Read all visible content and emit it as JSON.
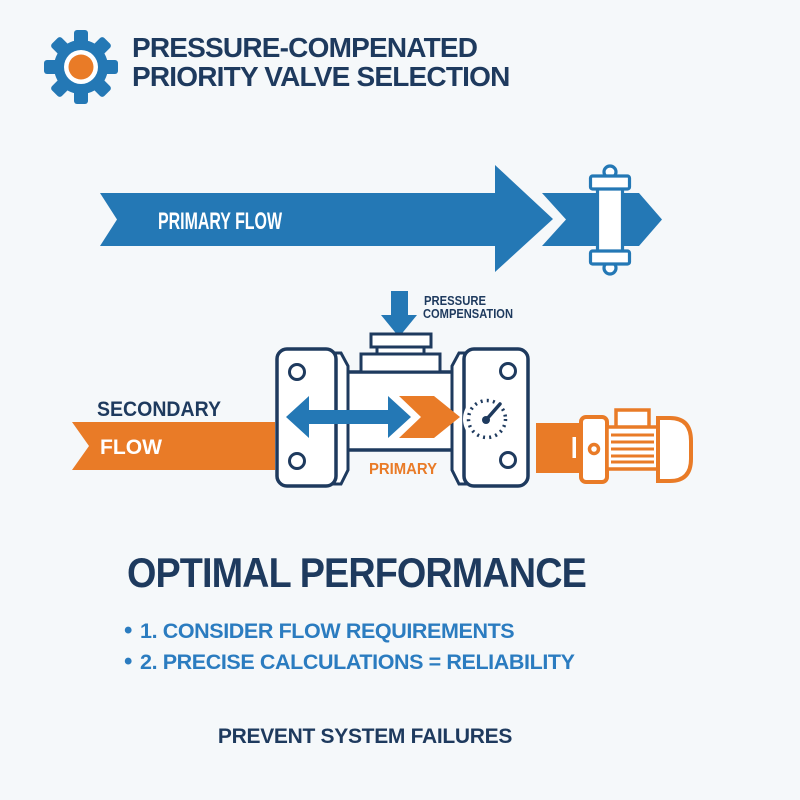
{
  "header": {
    "title_line1": "PRESSURE-COMPENATED",
    "title_line2": "PRIORITY VALVE SELECTION"
  },
  "diagram": {
    "primary_flow_label": "PRIMARY FLOW",
    "pressure_compensation_line1": "PRESSURE",
    "pressure_compensation_line2": "COMPENSATION",
    "secondary_label": "SECONDARY",
    "secondary_flow_label": "FLOW",
    "valve_primary_label": "PRIMARY"
  },
  "performance": {
    "heading": "OPTIMAL PERFORMANCE",
    "bullet_marker": "•",
    "bullets": [
      {
        "text": "1. CONSIDER FLOW REQUIREMENTS"
      },
      {
        "text": "2. PRECISE CALCULATIONS = RELIABILITY"
      }
    ],
    "footer": "PREVENT SYSTEM FAILURES"
  },
  "icons": {
    "gear": "gear-icon",
    "filter": "inline-filter-icon",
    "down_arrow": "pressure-down-arrow-icon",
    "double_arrow": "bidirectional-flow-arrow-icon",
    "chevron_arrow": "primary-direction-arrow-icon",
    "gauge": "pressure-gauge-icon",
    "motor": "pump-motor-icon"
  },
  "colors": {
    "blue": "#2478b5",
    "orange": "#e97b27",
    "navy": "#1e3a5e",
    "bullet_blue": "#2b7cc0",
    "background": "#f5f8fa"
  }
}
